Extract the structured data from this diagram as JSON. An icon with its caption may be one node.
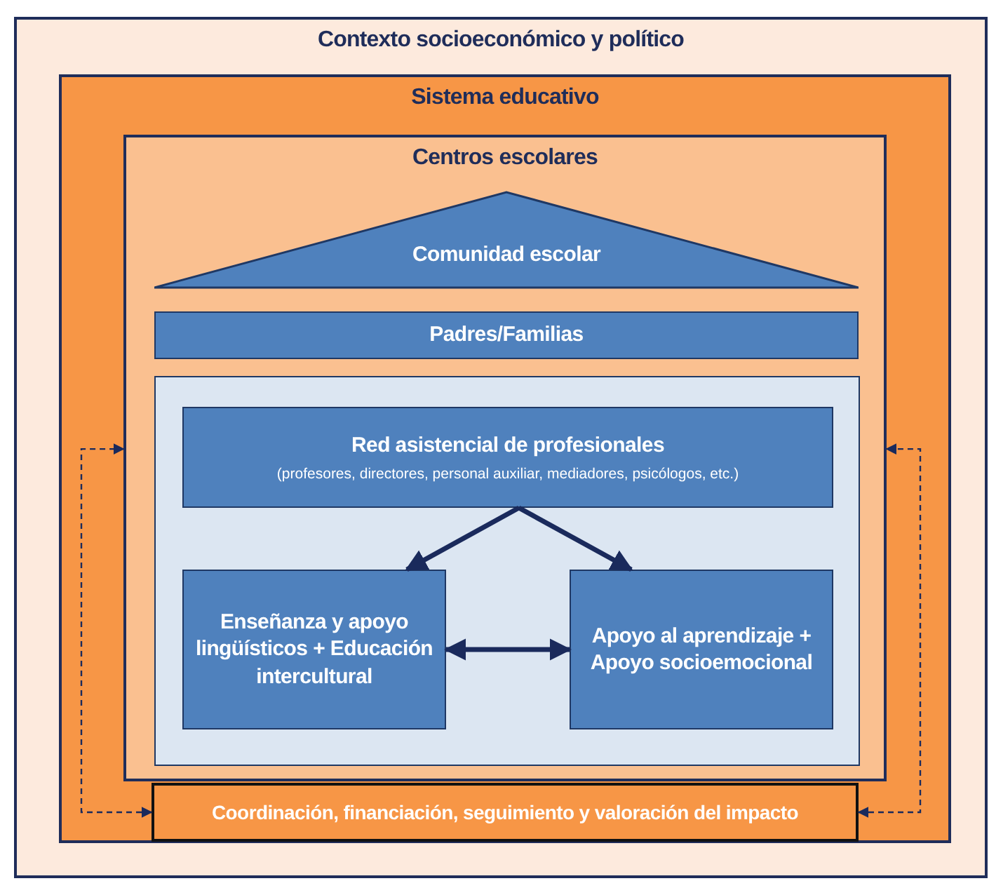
{
  "diagram": {
    "nodes": [
      {
        "text": [
          "Contexto socioeconómico y político"
        ]
      },
      {
        "text": [
          "Sistema educativo"
        ],
        "in": 0
      },
      {
        "text": [
          "Centros escolares"
        ],
        "in": 1
      },
      {
        "text": [
          "Comunidad escolar"
        ],
        "in": 2
      },
      {
        "text": [
          "Padres/Familias"
        ],
        "in": 2
      },
      {
        "text": [],
        "shape": "box",
        "in": 2
      },
      {
        "text": [
          "Red asistencial de profesionales",
          "(profesores, directores, personal auxiliar, mediadores, psicólogos, etc.)"
        ],
        "in": 5
      },
      {
        "text": [
          "Enseñanza y apoyo lingüísticos + Educación intercultural"
        ],
        "in": 5
      },
      {
        "text": [
          "Apoyo al aprendizaje + Apoyo socioemocional"
        ],
        "in": 5
      },
      {
        "text": [
          "Coordinación, financiación, seguimiento y valoración del impacto"
        ],
        "in": 1
      }
    ],
    "edges": [
      {
        "from": 7,
        "to": 8,
        "arrow": "both"
      },
      {
        "from": 6,
        "to": 7,
        "arrow": "to"
      },
      {
        "from": 6,
        "to": 8,
        "arrow": "to"
      },
      {
        "from": 9,
        "to": 2,
        "arrow": "both",
        "style": "dashed"
      },
      {
        "from": 9,
        "to": 2,
        "arrow": "both",
        "style": "dashed"
      }
    ]
  }
}
